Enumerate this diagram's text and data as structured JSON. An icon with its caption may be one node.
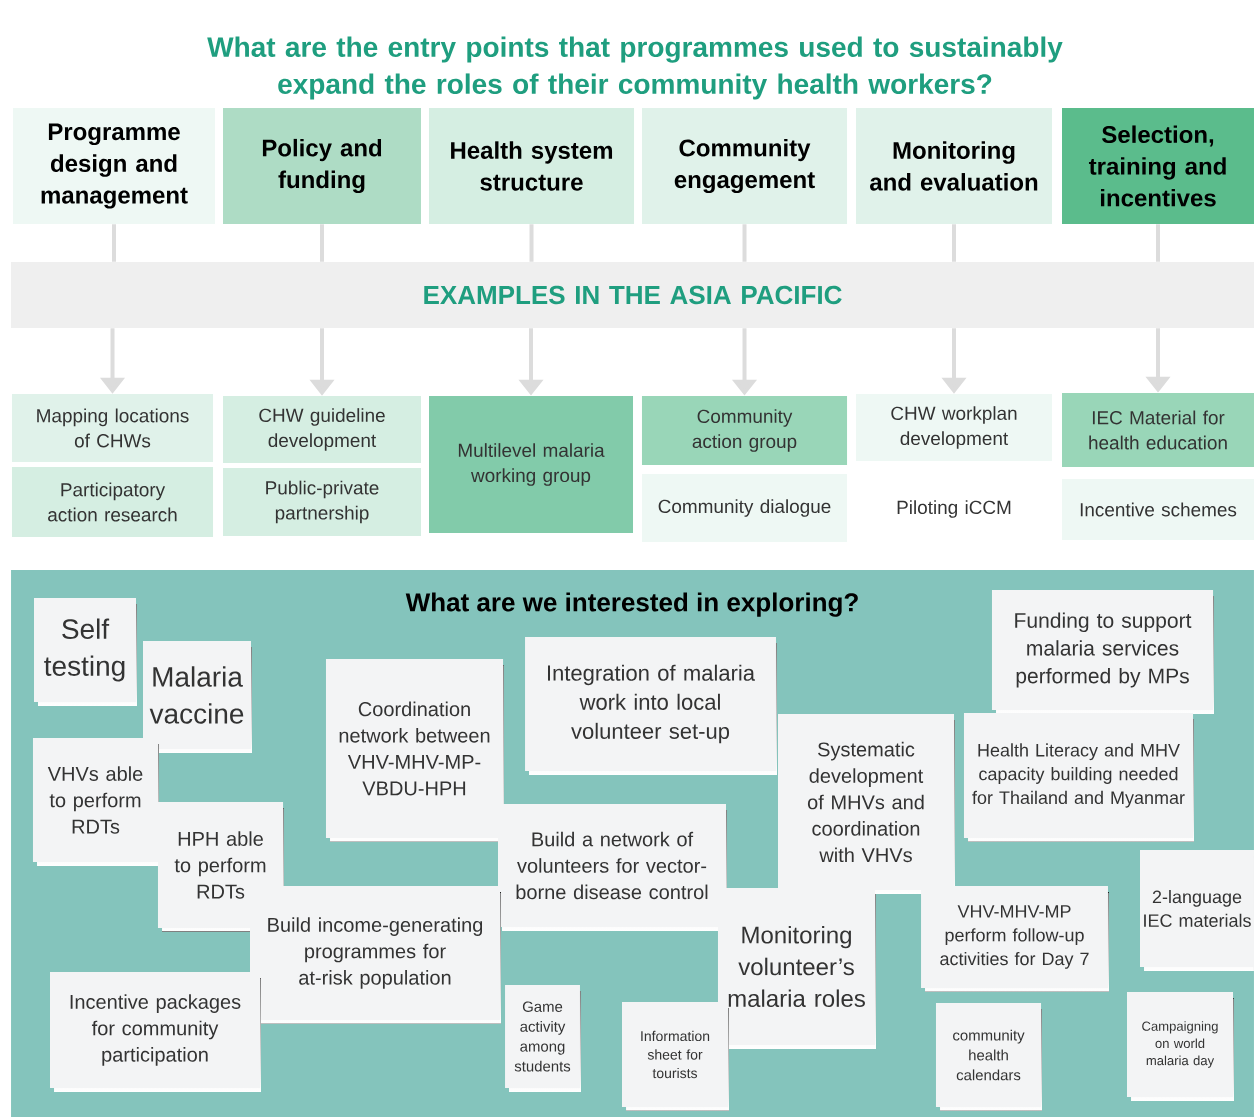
{
  "diagram": {
    "title": "What are the entry points that programmes used to sustainably expand the roles of their community health workers?",
    "nodes": [
      {
        "text": [
          "Programme design and management"
        ]
      },
      {
        "text": [
          "Policy and funding"
        ]
      },
      {
        "text": [
          "Health system structure"
        ]
      },
      {
        "text": [
          "Community engagement"
        ]
      },
      {
        "text": [
          "Monitoring and evaluation"
        ]
      },
      {
        "text": [
          "Selection, training and incentives"
        ]
      },
      {
        "text": [
          "EXAMPLES IN THE ASIA PACIFIC"
        ]
      },
      {
        "text": [
          "Mapping locations of CHWs"
        ]
      },
      {
        "text": [
          "Participatory action research"
        ]
      },
      {
        "text": [
          "CHW guideline development"
        ]
      },
      {
        "text": [
          "Public-private partnership"
        ]
      },
      {
        "text": [
          "Multilevel malaria working group"
        ]
      },
      {
        "text": [
          "Community action group"
        ]
      },
      {
        "text": [
          "Community dialogue"
        ]
      },
      {
        "text": [
          "CHW workplan development"
        ]
      },
      {
        "text": [
          "Piloting iCCM"
        ]
      },
      {
        "text": [
          "IEC Material for health education"
        ]
      },
      {
        "text": [
          "Incentive schemes"
        ]
      },
      {
        "text": [
          "What are we interested in exploring?"
        ]
      },
      {
        "text": [
          "Self testing"
        ],
        "in": 18
      },
      {
        "text": [
          "Malaria vaccine"
        ],
        "in": 18
      },
      {
        "text": [
          "Coordination network between VHV-MHV-MP-VBDU-HPH"
        ],
        "in": 18
      },
      {
        "text": [
          "Integration of malaria work into local volunteer set-up"
        ],
        "in": 18
      },
      {
        "text": [
          "Funding to support malaria services performed by MPs"
        ],
        "in": 18
      },
      {
        "text": [
          "VHVs able to perform RDTs"
        ],
        "in": 18
      },
      {
        "text": [
          "Systematic development of MHVs and coordination with VHVs"
        ],
        "in": 18
      },
      {
        "text": [
          "Health Literacy and MHV capacity building needed for Thailand and Myanmar"
        ],
        "in": 18
      },
      {
        "text": [
          "HPH able to perform RDTs"
        ],
        "in": 18
      },
      {
        "text": [
          "Build a network of volunteers for vector-borne disease control"
        ],
        "in": 18
      },
      {
        "text": [
          "2-language IEC materials"
        ],
        "in": 18
      },
      {
        "text": [
          "Build income-generating programmes for at-risk population"
        ],
        "in": 18
      },
      {
        "text": [
          "Monitoring volunteer’s malaria roles"
        ],
        "in": 18
      },
      {
        "text": [
          "VHV-MHV-MP perform follow-up activities for Day 7"
        ],
        "in": 18
      },
      {
        "text": [
          "Incentive packages for community participation"
        ],
        "in": 18
      },
      {
        "text": [
          "Game activity among students"
        ],
        "in": 18
      },
      {
        "text": [
          "Information sheet for tourists"
        ],
        "in": 18
      },
      {
        "text": [
          "community health calendars"
        ],
        "in": 18
      },
      {
        "text": [
          "Campaigning on world malaria day"
        ],
        "in": 18
      }
    ],
    "edges": [
      {
        "from": 0,
        "to": 6,
        "arrow": "none"
      },
      {
        "from": 1,
        "to": 6,
        "arrow": "none"
      },
      {
        "from": 2,
        "to": 6,
        "arrow": "none"
      },
      {
        "from": 3,
        "to": 6,
        "arrow": "none"
      },
      {
        "from": 4,
        "to": 6,
        "arrow": "none"
      },
      {
        "from": 5,
        "to": 6,
        "arrow": "none"
      },
      {
        "from": 6,
        "to": 7,
        "arrow": "to"
      },
      {
        "from": 6,
        "to": 9,
        "arrow": "to"
      },
      {
        "from": 6,
        "to": 11,
        "arrow": "to"
      },
      {
        "from": 6,
        "to": 12,
        "arrow": "to"
      },
      {
        "from": 6,
        "to": 14,
        "arrow": "to"
      },
      {
        "from": 6,
        "to": 16,
        "arrow": "to"
      }
    ]
  }
}
